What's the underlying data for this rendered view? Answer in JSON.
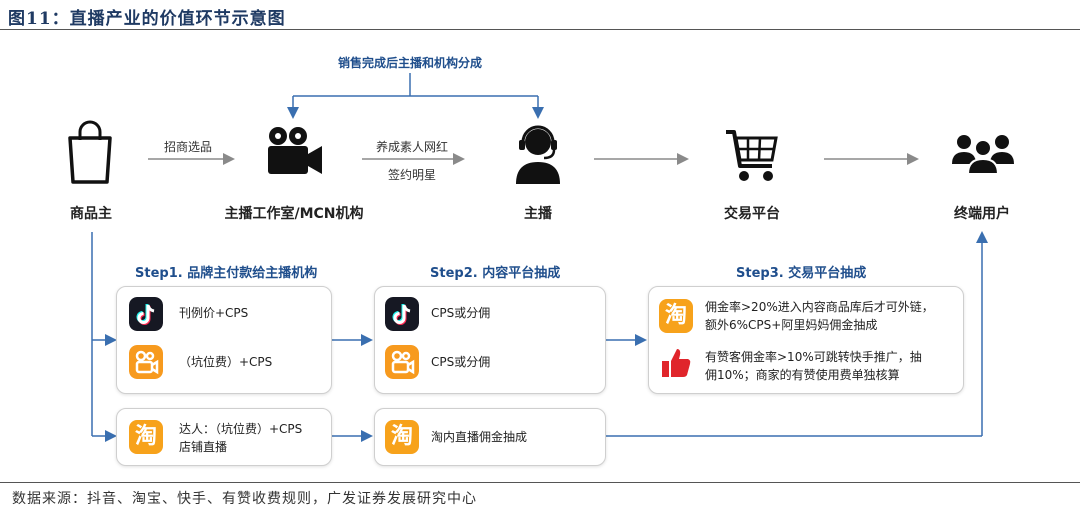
{
  "title": "图11：直播产业的价值环节示意图",
  "top_note": "销售完成后主播和机构分成",
  "nodes": {
    "merchant": "商品主",
    "studio": "主播工作室/MCN机构",
    "anchor": "主播",
    "platform": "交易平台",
    "users": "终端用户"
  },
  "arrow_labels": {
    "merchant_to_studio": "招商选品",
    "studio_to_anchor_1": "养成素人网红",
    "studio_to_anchor_2": "签约明星"
  },
  "step1": {
    "title": "Step1. 品牌主付款给主播机构",
    "rows": [
      "刊例价+CPS",
      "（坑位费）+CPS"
    ]
  },
  "step2": {
    "title": "Step2. 内容平台抽成",
    "rows": [
      "CPS或分佣",
      "CPS或分佣"
    ]
  },
  "step3": {
    "title": "Step3. 交易平台抽成",
    "rows": [
      [
        "佣金率>20%进入内容商品库后才可外链，",
        "额外6%CPS+阿里妈妈佣金抽成"
      ],
      [
        "有赞客佣金率>10%可跳转快手推广，抽",
        "佣10%；商家的有赞使用费单独核算"
      ]
    ]
  },
  "bottom_row": {
    "left_lines": [
      "达人：（坑位费）+CPS",
      "店铺直播"
    ],
    "right": "淘内直播佣金抽成"
  },
  "icons": {
    "tiktok": "tiktok-icon",
    "kuaishou": "kuaishou-icon",
    "taobao": "taobao-icon",
    "taobao_glyph": "淘",
    "thumb": "thumbs-up-icon"
  },
  "colors": {
    "accent": "#1f4e8c",
    "arrow_blue": "#3a6fb0",
    "arrow_gray": "#8a8a8a",
    "taobao_orange": "#f7a21b",
    "kuaishou_orange": "#f79a1e",
    "tiktok_bg": "#161823",
    "thumb_red": "#e0252b"
  },
  "source": "数据来源：抖音、淘宝、快手、有赞收费规则，广发证券发展研究中心"
}
